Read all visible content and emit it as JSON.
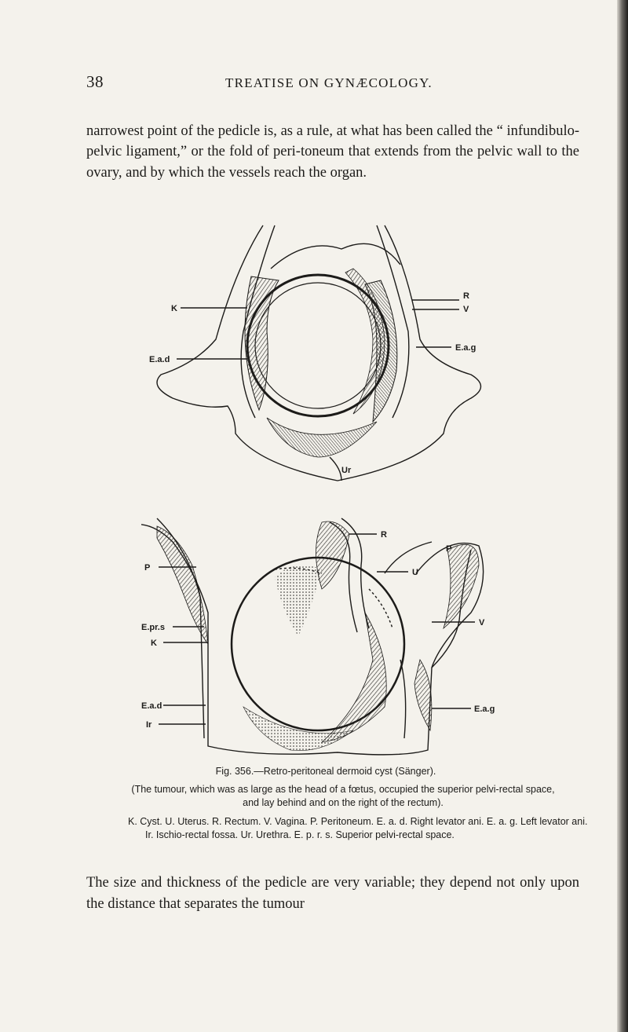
{
  "header": {
    "page_number": "38",
    "running_title": "TREATISE ON GYNÆCOLOGY."
  },
  "paragraphs": [
    "narrowest point of the pedicle is, as a rule, at what has been called the “ infundibulo-pelvic ligament,” or the fold of peri-toneum that extends from the pelvic wall to the ovary, and by which the vessels reach the organ.",
    "The size and thickness of the pedicle are very variable; they depend not only upon the distance that separates the tumour"
  ],
  "figure": {
    "caption": "Fig. 356.—Retro-peritoneal dermoid cyst (Sänger).",
    "subcaption": "(The tumour, which was as large as the head of a fœtus, occupied the superior pelvi-rectal space, and lay behind and on the right of the rectum).",
    "legend": "K. Cyst. U. Uterus. R. Rectum. V. Vagina. P. Peritoneum. E. a. d. Right levator ani. E. a. g. Left levator ani. Ir. Ischio-rectal fossa. Ur. Urethra. E. p. r. s. Superior pelvi-rectal space.",
    "top_labels": {
      "k": "K",
      "ead": "E.a.d",
      "r": "R",
      "v": "V",
      "eag": "E.a.g",
      "ur": "Ur"
    },
    "bottom_labels": {
      "p_left": "P",
      "eprs": "E.pr.s",
      "k": "K",
      "ead": "E.a.d",
      "ir": "Ir",
      "r": "R",
      "u": "U",
      "p_right": "P",
      "v": "V",
      "eag": "E.a.g"
    }
  }
}
